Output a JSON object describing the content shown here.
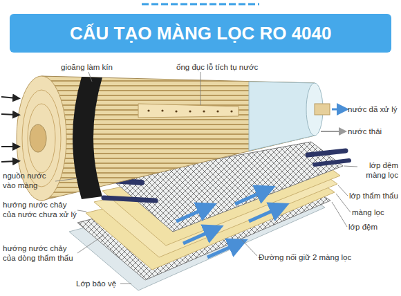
{
  "diagram": {
    "title": "CẤU TẠO MÀNG LỌC RO 4040",
    "labels": [
      "gioăng làm kín",
      "ống đục lỗ tích tụ nước",
      "nước đã xử lý",
      "nước thải",
      "lớp đệm màng lọc",
      "nguồn nước vào màng",
      "lớp thẩm thấu",
      "hướng nước chảy của nước chưa xử lý",
      "màng lọc",
      "lớp đệm",
      "hướng nước chảy của dòng thẩm thấu",
      "Đường nối giữ 2 màng lọc",
      "Lớp bảo vệ"
    ]
  }
}
